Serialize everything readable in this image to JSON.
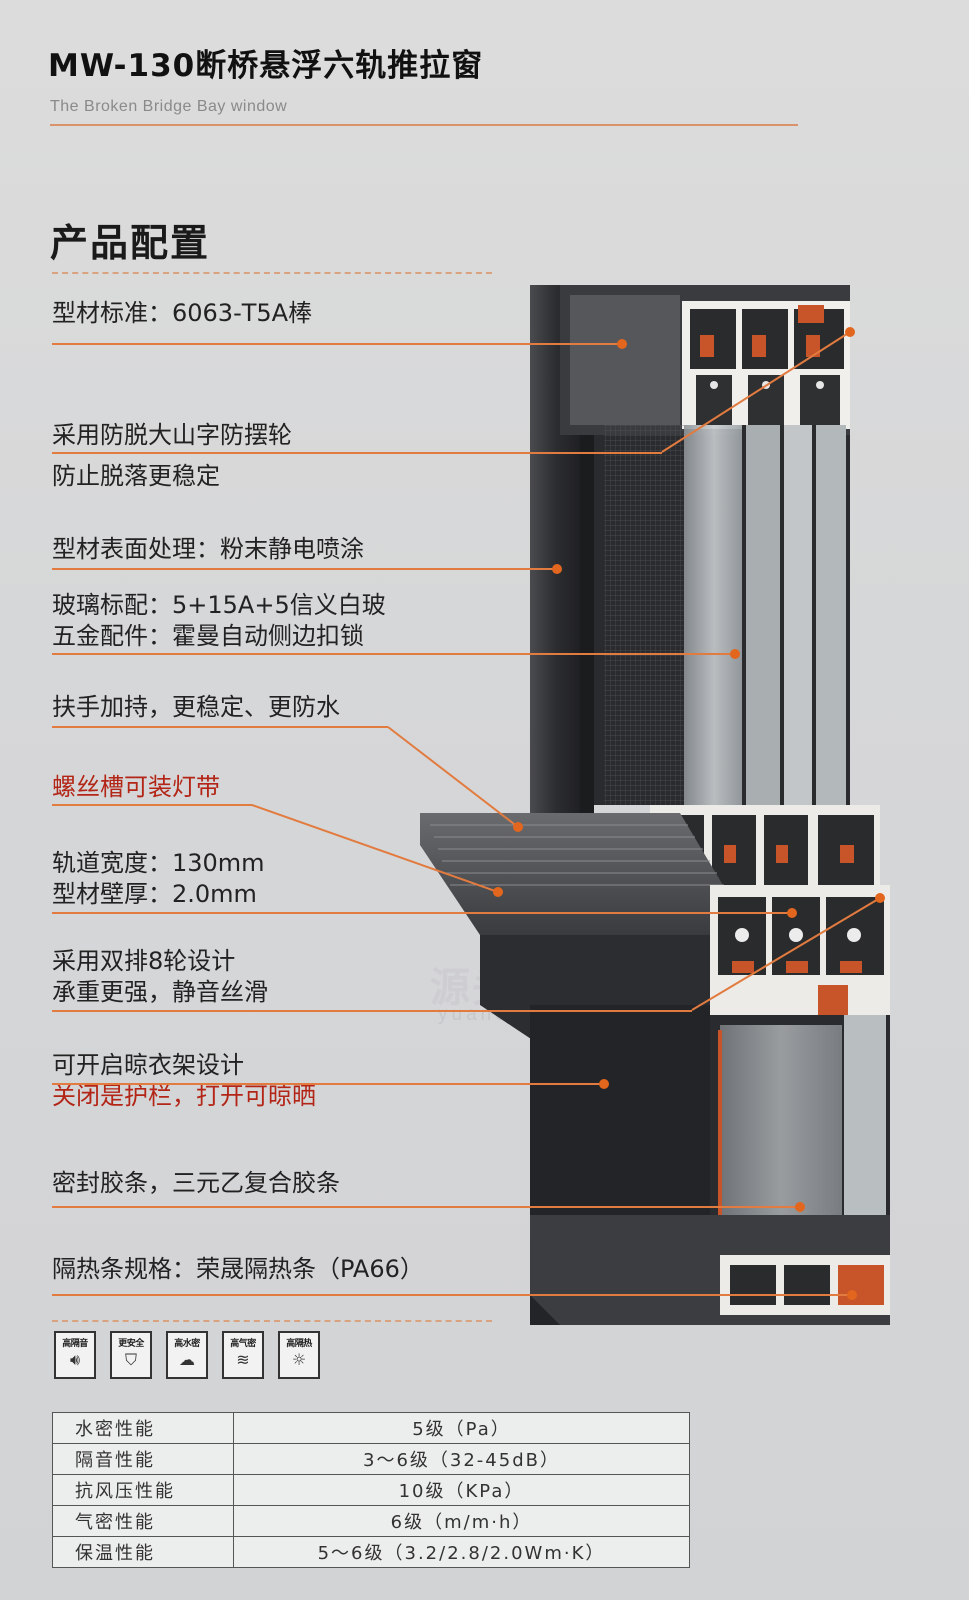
{
  "header": {
    "title": "MW-130断桥悬浮六轨推拉窗",
    "subtitle": "The Broken Bridge Bay window"
  },
  "section_title": "产品配置",
  "features": [
    {
      "lines": [
        "型材标准：6063-T5A棒"
      ]
    },
    {
      "lines": [
        "采用防脱大山字防摆轮",
        "防止脱落更稳定"
      ]
    },
    {
      "lines": [
        "型材表面处理：粉末静电喷涂"
      ]
    },
    {
      "lines": [
        "玻璃标配：5+15A+5信义白玻",
        "五金配件：霍曼自动侧边扣锁"
      ]
    },
    {
      "lines": [
        "扶手加持，更稳定、更防水"
      ]
    },
    {
      "lines": [
        "螺丝槽可装灯带"
      ]
    },
    {
      "lines": [
        "轨道宽度：130mm",
        "型材壁厚：2.0mm"
      ]
    },
    {
      "lines": [
        "采用双排8轮设计",
        "承重更强，静音丝滑"
      ]
    },
    {
      "lines": [
        "可开启晾衣架设计",
        "关闭是护栏，打开可晾晒"
      ]
    },
    {
      "lines": [
        "密封胶条，三元乙复合胶条"
      ]
    },
    {
      "lines": [
        "隔热条规格：荣晟隔热条（PA66）"
      ]
    }
  ],
  "badges": [
    {
      "label": "高隔音",
      "icon": "speaker-icon"
    },
    {
      "label": "更安全",
      "icon": "shield-icon"
    },
    {
      "label": "高水密",
      "icon": "rain-cloud-icon"
    },
    {
      "label": "高气密",
      "icon": "wind-waves-icon"
    },
    {
      "label": "高隔热",
      "icon": "sun-icon"
    }
  ],
  "specs": {
    "rows": [
      {
        "name": "水密性能",
        "value": "5级（Pa）"
      },
      {
        "name": "隔音性能",
        "value": "3～6级（32-45dB）"
      },
      {
        "name": "抗风压性能",
        "value": "10级（KPa）"
      },
      {
        "name": "气密性能",
        "value": "6级（m/m·h）"
      },
      {
        "name": "保温性能",
        "value": "5～6级（3.2/2.8/2.0Wm·K）"
      }
    ]
  },
  "watermark": {
    "main": "源头厂家",
    "sub": "yuanchangjia.com"
  },
  "colors": {
    "accent": "#e27b3f",
    "highlight_text": "#b32516",
    "frame": "#2b2b2d",
    "thermal_break": "#c8552a"
  }
}
